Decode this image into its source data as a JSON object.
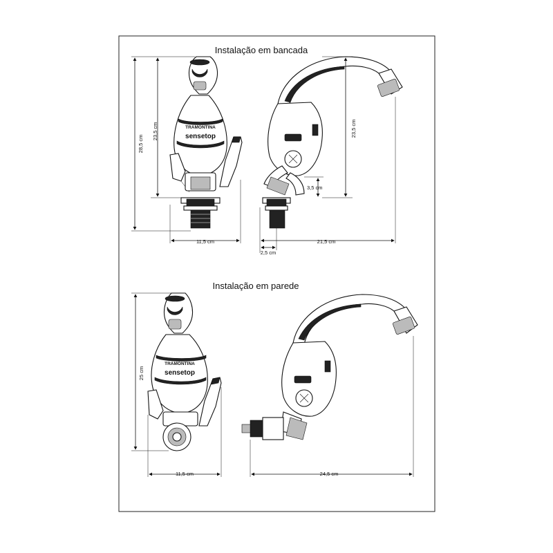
{
  "sections": {
    "top_title": "Instalação em bancada",
    "bottom_title": "Instalação em parede"
  },
  "brand": {
    "name": "TRAMONTINA",
    "product_prefix": "sense",
    "product_suffix": "top"
  },
  "dimensions": {
    "bancada_total_height": "28,5 cm",
    "bancada_body_height_front": "23,5 cm",
    "bancada_width_front": "11,5 cm",
    "bancada_body_height_side": "23,5 cm",
    "bancada_base_height": "3,5 cm",
    "bancada_reach": "21,5 cm",
    "bancada_offset": "2,5 cm",
    "parede_height": "25 cm",
    "parede_width_front": "11,5 cm",
    "parede_reach": "24,5 cm"
  }
}
